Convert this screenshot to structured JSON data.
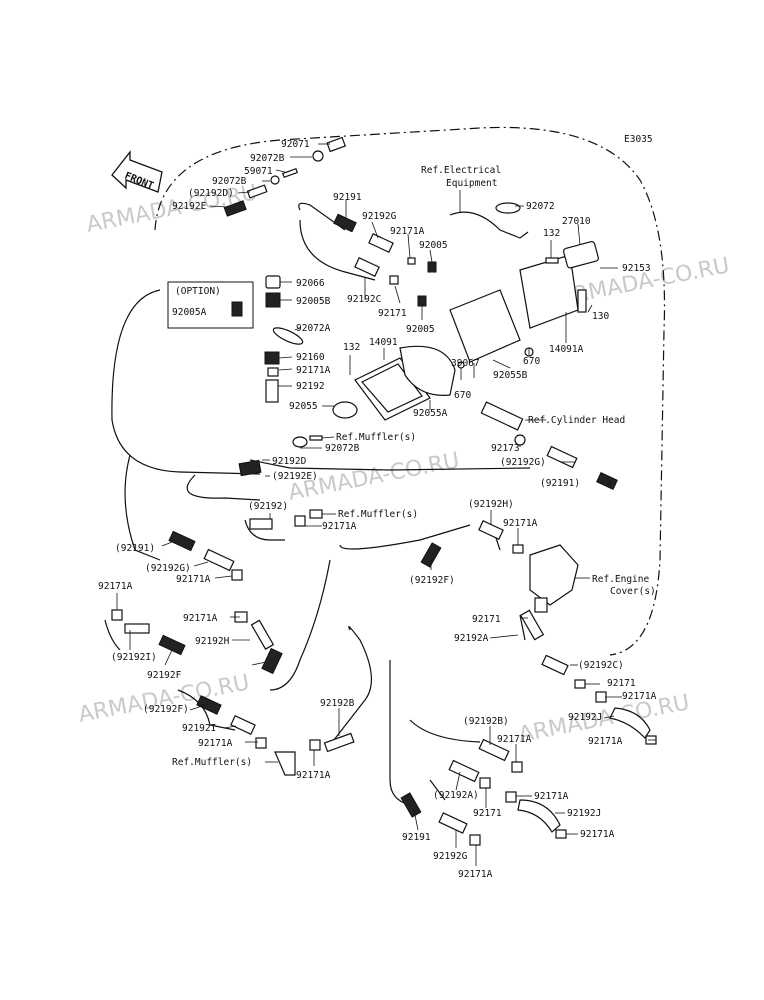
{
  "diagram_code": "E3035",
  "front_label": "FRONT",
  "option_label": "(OPTION)",
  "watermark": "ARMADA-CO.RU",
  "labels": [
    {
      "id": "92071",
      "text": "92071"
    },
    {
      "id": "92072B-a",
      "text": "92072B"
    },
    {
      "id": "59071",
      "text": "59071"
    },
    {
      "id": "92072B-b",
      "text": "92072B"
    },
    {
      "id": "92192D-p",
      "text": "(92192D)"
    },
    {
      "id": "92192E",
      "text": "92192E"
    },
    {
      "id": "92191-top",
      "text": "92191"
    },
    {
      "id": "92192G-top",
      "text": "92192G"
    },
    {
      "id": "92171A-top",
      "text": "92171A"
    },
    {
      "id": "92005-top",
      "text": "92005"
    },
    {
      "id": "92192C-top",
      "text": "92192C"
    },
    {
      "id": "92171-top",
      "text": "92171"
    },
    {
      "id": "92005-mid",
      "text": "92005"
    },
    {
      "id": "ref-elec-1",
      "text": "Ref.Electrical"
    },
    {
      "id": "ref-elec-2",
      "text": "Equipment"
    },
    {
      "id": "92072",
      "text": "92072"
    },
    {
      "id": "27010",
      "text": "27010"
    },
    {
      "id": "132-top",
      "text": "132"
    },
    {
      "id": "92153",
      "text": "92153"
    },
    {
      "id": "130",
      "text": "130"
    },
    {
      "id": "14091A",
      "text": "14091A"
    },
    {
      "id": "670-a",
      "text": "670"
    },
    {
      "id": "92055B",
      "text": "92055B"
    },
    {
      "id": "39067",
      "text": "39067"
    },
    {
      "id": "670-b",
      "text": "670"
    },
    {
      "id": "92055A",
      "text": "92055A"
    },
    {
      "id": "14091",
      "text": "14091"
    },
    {
      "id": "132-mid",
      "text": "132"
    },
    {
      "id": "92055",
      "text": "92055"
    },
    {
      "id": "92066",
      "text": "92066"
    },
    {
      "id": "92005B",
      "text": "92005B"
    },
    {
      "id": "92005A",
      "text": "92005A"
    },
    {
      "id": "92072A",
      "text": "92072A"
    },
    {
      "id": "92160",
      "text": "92160"
    },
    {
      "id": "92171A-mid",
      "text": "92171A"
    },
    {
      "id": "92192",
      "text": "92192"
    },
    {
      "id": "ref-muffler-1",
      "text": "Ref.Muffler(s)"
    },
    {
      "id": "92072B-c",
      "text": "92072B"
    },
    {
      "id": "92192D",
      "text": "92192D"
    },
    {
      "id": "92192E-p",
      "text": "(92192E)"
    },
    {
      "id": "ref-cyl",
      "text": "Ref.Cylinder Head"
    },
    {
      "id": "92173",
      "text": "92173"
    },
    {
      "id": "92192G-p",
      "text": "(92192G)"
    },
    {
      "id": "92191-p",
      "text": "(92191)"
    },
    {
      "id": "92192-p",
      "text": "(92192)"
    },
    {
      "id": "ref-muffler-2",
      "text": "Ref.Muffler(s)"
    },
    {
      "id": "92171A-b",
      "text": "92171A"
    },
    {
      "id": "92192H-p",
      "text": "(92192H)"
    },
    {
      "id": "92171A-c",
      "text": "92171A"
    },
    {
      "id": "92191-p2",
      "text": "(92191)"
    },
    {
      "id": "92192G-p2",
      "text": "(92192G)"
    },
    {
      "id": "92171A-d",
      "text": "92171A"
    },
    {
      "id": "92192F-p",
      "text": "(92192F)"
    },
    {
      "id": "ref-engine-1",
      "text": "Ref.Engine"
    },
    {
      "id": "ref-engine-2",
      "text": "Cover(s)"
    },
    {
      "id": "92171A-e",
      "text": "92171A"
    },
    {
      "id": "92171A-f",
      "text": "92171A"
    },
    {
      "id": "92192I-p",
      "text": "(92192I)"
    },
    {
      "id": "92192H",
      "text": "92192H"
    },
    {
      "id": "92192F",
      "text": "92192F"
    },
    {
      "id": "92171-m",
      "text": "92171"
    },
    {
      "id": "92192A",
      "text": "92192A"
    },
    {
      "id": "92192C-p",
      "text": "(92192C)"
    },
    {
      "id": "92171-n",
      "text": "92171"
    },
    {
      "id": "92171A-g",
      "text": "92171A"
    },
    {
      "id": "92192F-p2",
      "text": "(92192F)"
    },
    {
      "id": "92192I",
      "text": "92192I"
    },
    {
      "id": "92171A-h",
      "text": "92171A"
    },
    {
      "id": "ref-muffler-3",
      "text": "Ref.Muffler(s)"
    },
    {
      "id": "92171A-i",
      "text": "92171A"
    },
    {
      "id": "92192B",
      "text": "92192B"
    },
    {
      "id": "92192B-p",
      "text": "(92192B)"
    },
    {
      "id": "92171A-j",
      "text": "92171A"
    },
    {
      "id": "92192J",
      "text": "92192J"
    },
    {
      "id": "92171A-k",
      "text": "92171A"
    },
    {
      "id": "92192A-p",
      "text": "(92192A)"
    },
    {
      "id": "92171-o",
      "text": "92171"
    },
    {
      "id": "92171A-l",
      "text": "92171A"
    },
    {
      "id": "92192J-b",
      "text": "92192J"
    },
    {
      "id": "92171A-m",
      "text": "92171A"
    },
    {
      "id": "92191-bot",
      "text": "92191"
    },
    {
      "id": "92192G-bot",
      "text": "92192G"
    },
    {
      "id": "92171A-bot",
      "text": "92171A"
    }
  ]
}
